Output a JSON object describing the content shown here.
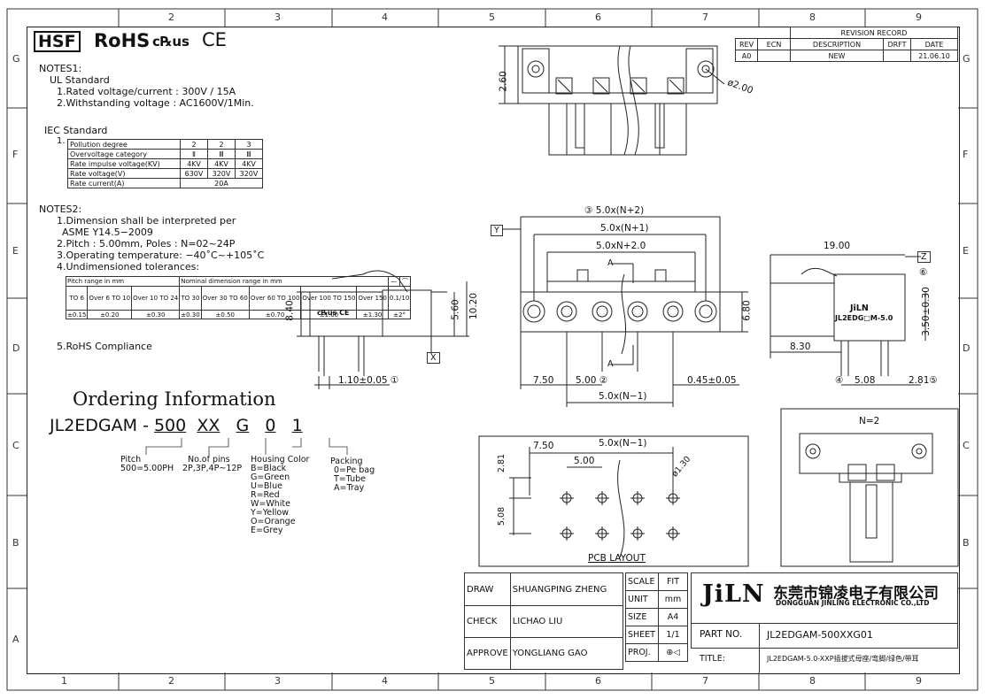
{
  "grid": {
    "cols": [
      "1",
      "2",
      "3",
      "4",
      "5",
      "6",
      "7",
      "8",
      "9"
    ],
    "rows": [
      "G",
      "F",
      "E",
      "D",
      "C",
      "B",
      "A"
    ]
  },
  "logos": {
    "hsf": "HSF",
    "rohs": "RoHS",
    "ul": "c℞us",
    "ce": "CE"
  },
  "notes1": {
    "title": "NOTES1:",
    "ul_std": "UL Standard",
    "line1": "1.Rated voltage/current : 300V / 15A",
    "line2": "2.Withstanding voltage : AC1600V/1Min.",
    "iec_std": "IEC Standard",
    "iec_num": "1.",
    "iec_rows": [
      [
        "Pollution degree",
        "2",
        "2",
        "3"
      ],
      [
        "Overvoltage category",
        "Ⅱ",
        "Ⅲ",
        "Ⅲ"
      ],
      [
        "Rate impulse voltage(KV)",
        "4KV",
        "4KV",
        "4KV"
      ],
      [
        "Rate voltage(V)",
        "630V",
        "320V",
        "320V"
      ]
    ],
    "iec_current": [
      "Rate current(A)",
      "20A"
    ]
  },
  "notes2": {
    "title": "NOTES2:",
    "l1": "1.Dimension shall be interpreted per",
    "l1b": "ASME Y14.5−2009",
    "l2": "2.Pitch : 5.00mm, Poles : N=02~24P",
    "l3": "3.Operating temperature: −40˚C~+105˚C",
    "l4": "4.Undimensioned tolerances:",
    "l5": "5.RoHS Compliance",
    "tol": {
      "h1": "Pitch range in mm",
      "h2": "Nominal dimension range in mm",
      "a": [
        "TO 6",
        "Over 6 TO 10",
        "Over 10 TO 24"
      ],
      "b": [
        "TO 30",
        "Over 30 TO 60",
        "Over 60 TO 100",
        "Over 100 TO 150",
        "Over 150"
      ],
      "c": "0.1/10",
      "vals": [
        "±0.15",
        "±0.20",
        "±0.30",
        "±0.30",
        "±0.50",
        "±0.70",
        "±1.00",
        "±1.30",
        "±2°"
      ]
    }
  },
  "ordering": {
    "title": "Ordering Information",
    "code_prefix": "JL2EDGAM - ",
    "p500": "500",
    "pxx": "XX",
    "pg": "G",
    "p0": "0",
    "p1": "1",
    "pitch": [
      "Pitch",
      "500=5.00PH"
    ],
    "pins": [
      "No.of pins",
      "2P,3P,4P~12P"
    ],
    "color": [
      "Housing Color",
      "B=Black",
      "G=Green",
      "U=Blue",
      "R=Red",
      "W=White",
      "Y=Yellow",
      "O=Orange",
      "E=Grey"
    ],
    "packing": [
      "Packing",
      "0=Pe bag",
      "T=Tube",
      "A=Tray"
    ]
  },
  "revision": {
    "title": "REVISION RECORD",
    "headers": [
      "REV",
      "ECN",
      "DESCRIPTION",
      "DRFT",
      "DATE"
    ],
    "row": [
      "A0",
      "",
      "NEW",
      "",
      "21.06.10"
    ]
  },
  "dims": {
    "d260": "2.60",
    "d200": "ø2.00",
    "n2": "5.0x(N+2)",
    "n1": "5.0x(N+1)",
    "n20": "5.0xN+2.0",
    "nm1": "5.0x(N−1)",
    "d750": "7.50",
    "d500": "5.00",
    "d045": "0.45±0.05",
    "d680": "6.80",
    "d840": "8.40",
    "d560": "5.60",
    "d1020": "10.20",
    "d110": "1.10±0.05",
    "d1900": "19.00",
    "d830": "8.30",
    "d508": "5.08",
    "d281": "2.81",
    "d350": "3.50±0.30",
    "A": "A",
    "Y": "Y",
    "X": "X",
    "Z": "Z",
    "c1": "①",
    "c2": "②",
    "c3": "③",
    "c4": "④",
    "c5": "⑤",
    "c6": "⑥",
    "jiln_mark": "JiLN",
    "model_mark": "JL2EDG□M-5.0",
    "ul_mark": "c℞us CE",
    "pcb_750": "7.50",
    "pcb_n1": "5.0x(N−1)",
    "pcb_500": "5.00",
    "pcb_281": "2.81",
    "pcb_508": "5.08",
    "pcb_hole": "ø1.30",
    "pcb_title": "PCB LAYOUT",
    "n_eq": "N=2"
  },
  "titleblock": {
    "draw": [
      "DRAW",
      "SHUANGPING ZHENG"
    ],
    "check": [
      "CHECK",
      "LICHAO LIU"
    ],
    "approve": [
      "APPROVE",
      "YONGLIANG GAO"
    ],
    "scale": [
      "SCALE",
      "FIT"
    ],
    "unit": [
      "UNIT",
      "mm"
    ],
    "size": [
      "SIZE",
      "A4"
    ],
    "sheet": [
      "SHEET",
      "1/1"
    ],
    "proj": [
      "PROJ."
    ],
    "company_logo": "JiLN",
    "company_cn": "东莞市锦凌电子有限公司",
    "company_en": "DONGGUAN JINLING ELECTRONIC CO.,LTD",
    "part_label": "PART NO.",
    "part_no": "JL2EDGAM-500XXG01",
    "title_label": "TITLE:",
    "title_val": "JL2EDGAM-5.0-XXP插拔式母座/弯脚/绿色/带耳"
  }
}
